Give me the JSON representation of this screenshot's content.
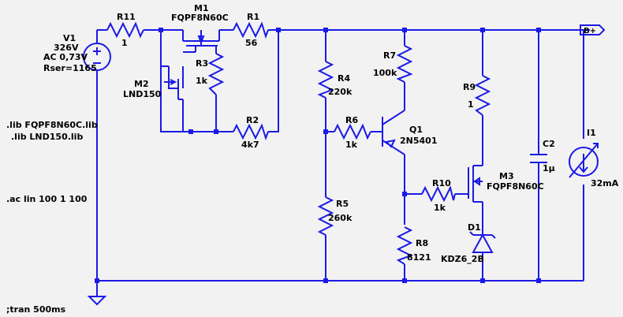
{
  "components": {
    "v1": {
      "ref": "V1",
      "value": "326V",
      "ac": "AC 0,73V",
      "rser": "Rser=1165"
    },
    "r11": {
      "ref": "R11",
      "value": "1"
    },
    "m1": {
      "ref": "M1",
      "value": "FQPF8N60C"
    },
    "r1": {
      "ref": "R1",
      "value": "56"
    },
    "r3": {
      "ref": "R3",
      "value": "1k"
    },
    "m2": {
      "ref": "M2",
      "value": "LND150"
    },
    "r2": {
      "ref": "R2",
      "value": "4k7"
    },
    "r4": {
      "ref": "R4",
      "value": "220k"
    },
    "r5": {
      "ref": "R5",
      "value": "260k"
    },
    "r6": {
      "ref": "R6",
      "value": "1k"
    },
    "r7": {
      "ref": "R7",
      "value": "100k"
    },
    "q1": {
      "ref": "Q1",
      "value": "2N5401"
    },
    "r8": {
      "ref": "R8",
      "value": "8121"
    },
    "r9": {
      "ref": "R9",
      "value": "1"
    },
    "r10": {
      "ref": "R10",
      "value": "1k"
    },
    "m3": {
      "ref": "M3",
      "value": "FQPF8N60C"
    },
    "d1": {
      "ref": "D1",
      "value": "KDZ6_2B"
    },
    "c2": {
      "ref": "C2",
      "value": "1µ"
    },
    "i1": {
      "ref": "I1",
      "value": "32mA"
    }
  },
  "net_label": "B+",
  "directives": {
    "lib1": ".lib FQPF8N60C.lib",
    "lib2": ".lib LND150.lib",
    "ac": ".ac lin 100 1 100",
    "tran": ";tran 500ms"
  },
  "colors": {
    "wire": "#1a1ae6",
    "background": "#f2f2f2",
    "text": "#000000"
  }
}
